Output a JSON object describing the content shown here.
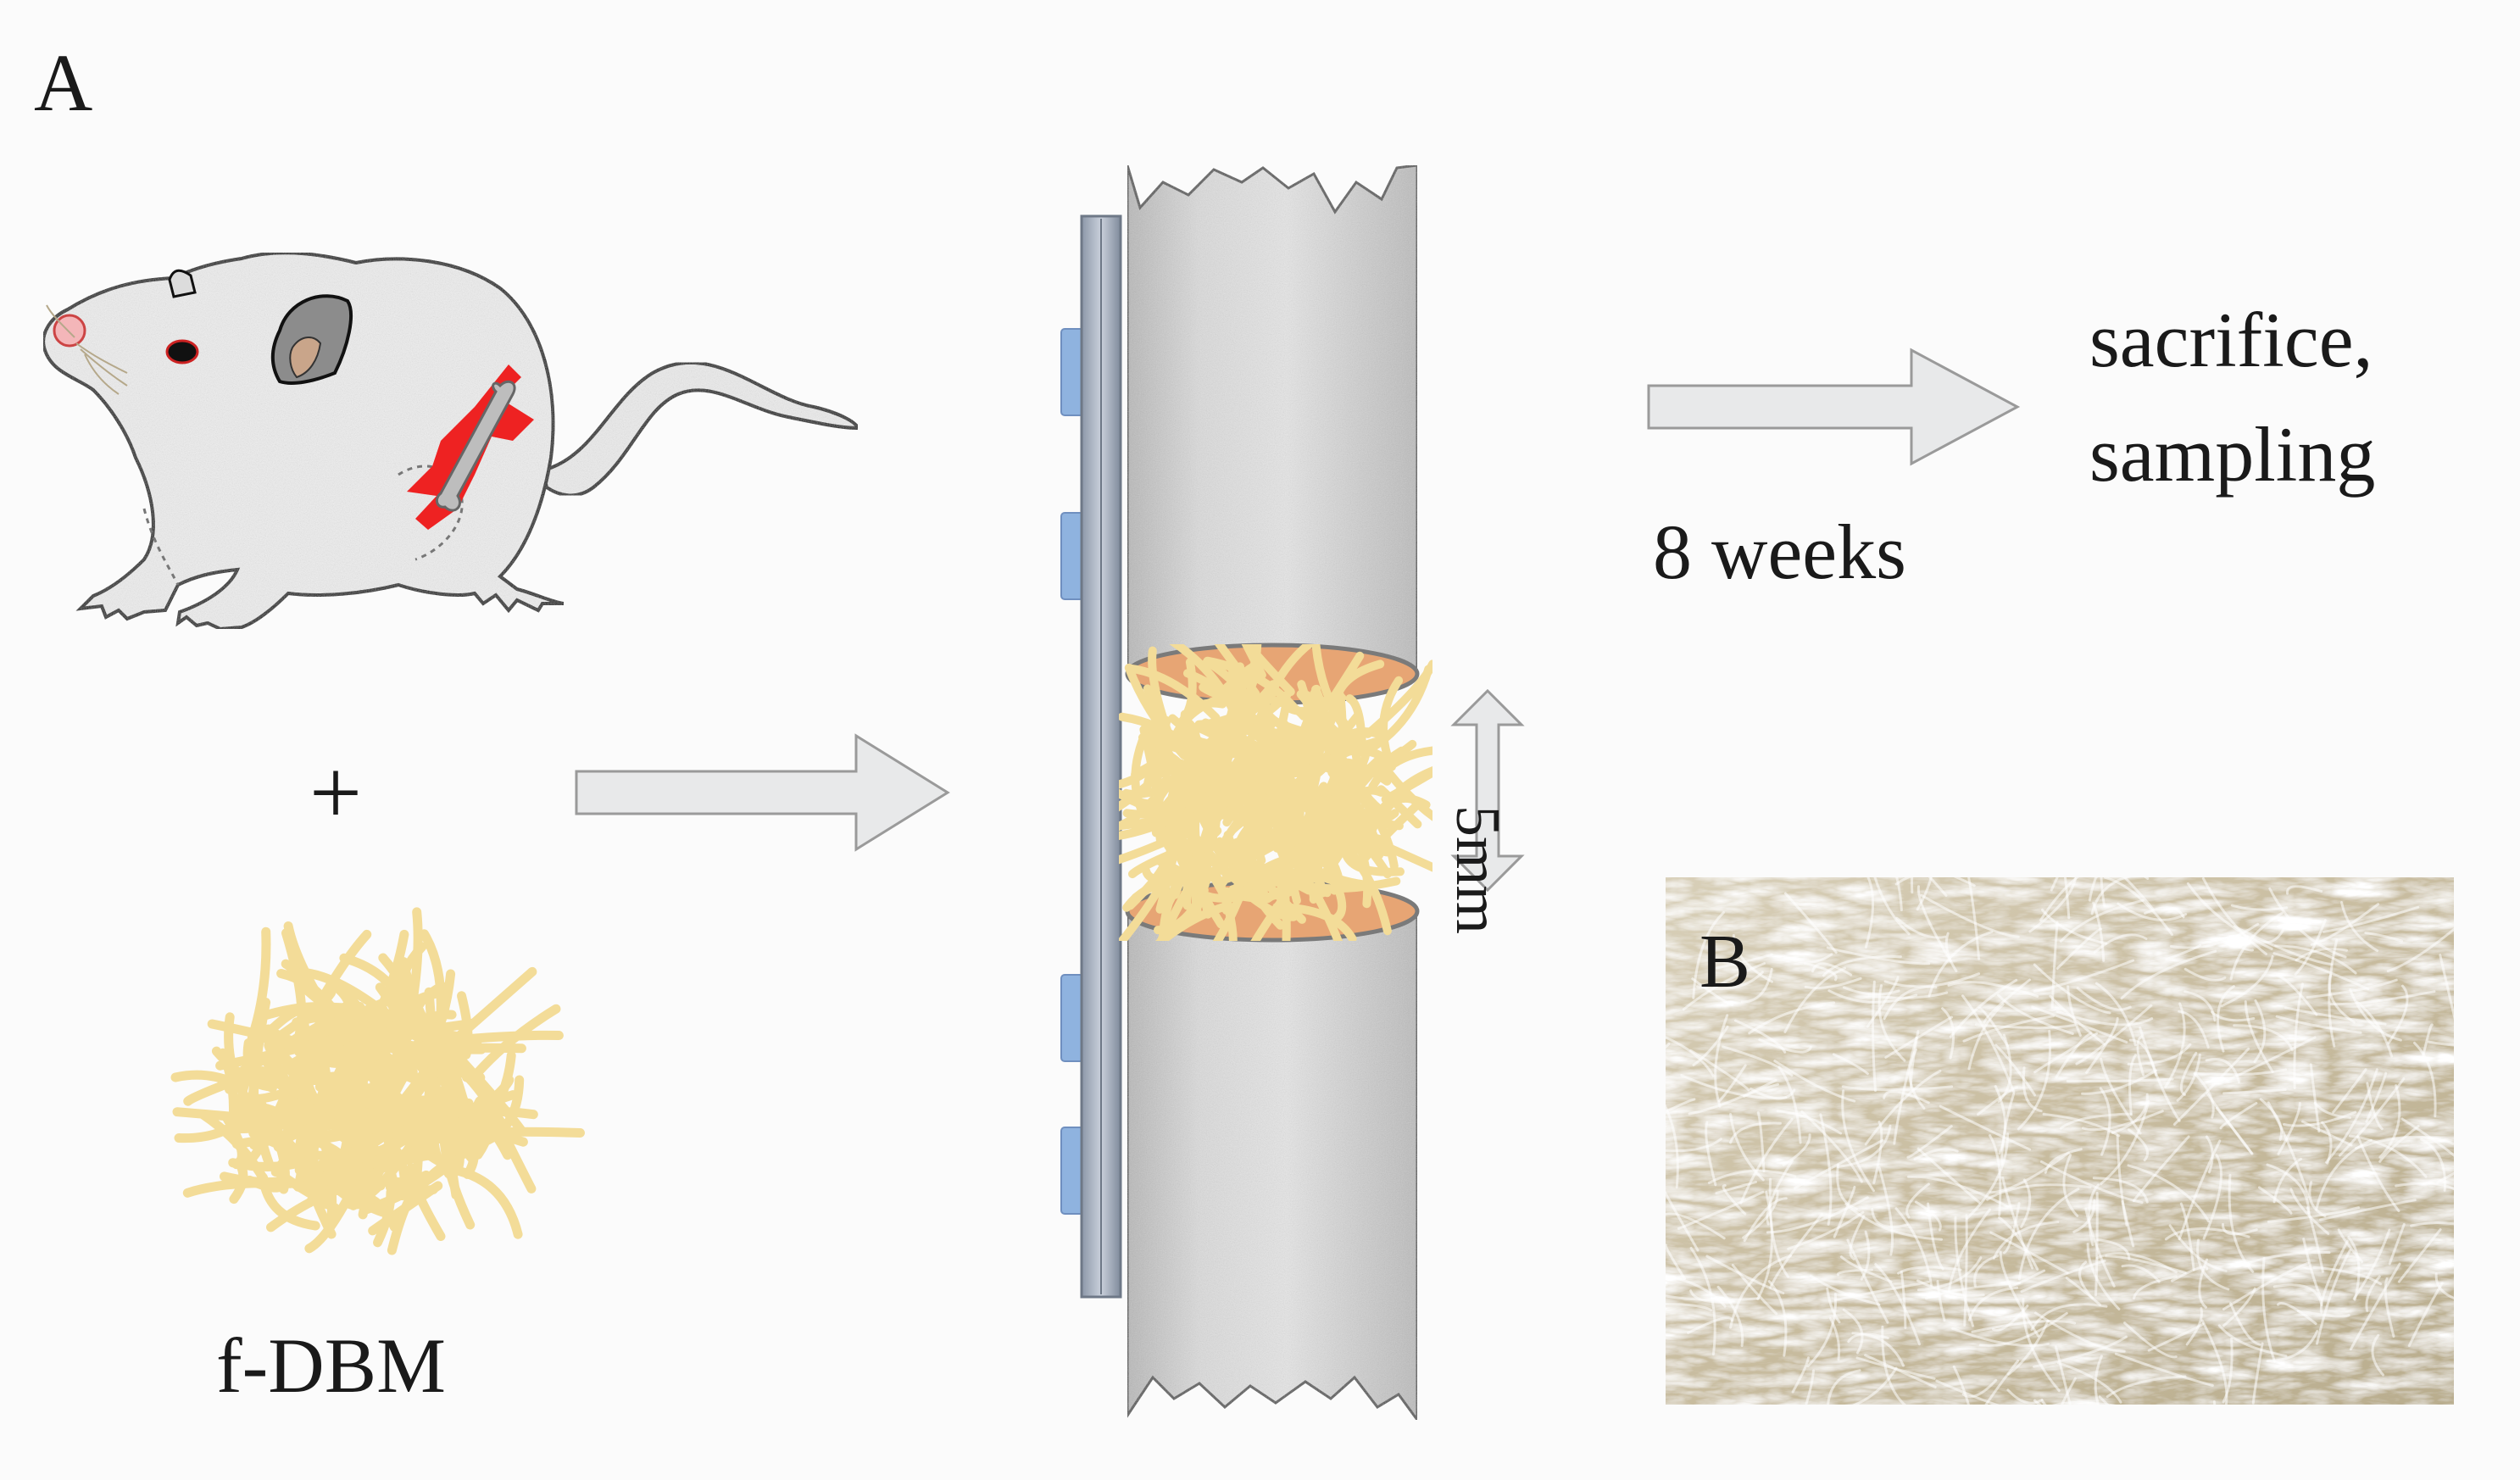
{
  "panels": {
    "a": {
      "label": "A"
    },
    "b": {
      "label": "B"
    }
  },
  "operator": "+",
  "material": {
    "name": "f-DBM"
  },
  "defect": {
    "gap": "5mm"
  },
  "timeline": {
    "duration": "8 weeks"
  },
  "outcome": {
    "line1": "sacrifice,",
    "line2": "sampling"
  },
  "colors": {
    "bone": "#d7d7d7",
    "fiber": "#f3dc98",
    "cut_surface": "#e7a574",
    "plate": "#a3aebf",
    "screw": "#8fb3df",
    "incision": "#ee2222",
    "arrow_fill": "#e8e9ea",
    "photo": "#cfc5ae"
  },
  "icons": [
    "rat-icon",
    "bone-icon",
    "fiber-bundle-icon",
    "arrow-right-icon",
    "double-arrow-icon",
    "fixation-plate-icon"
  ]
}
